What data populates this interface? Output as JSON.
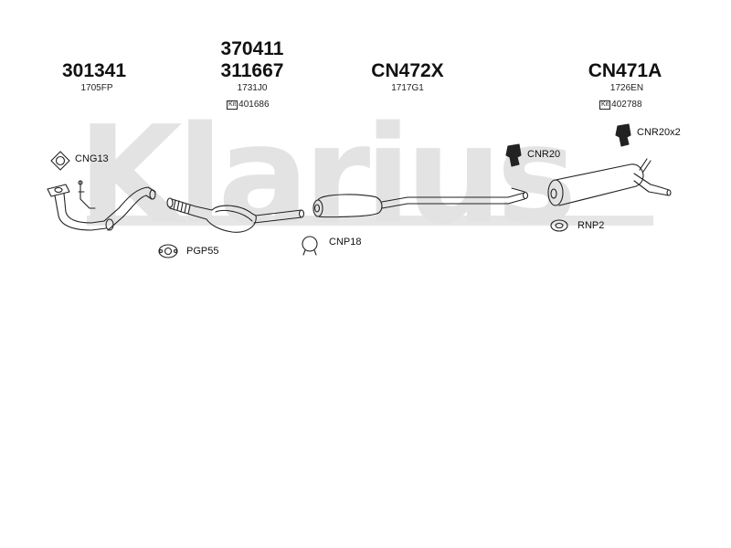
{
  "watermark": "Klarius",
  "groups": [
    {
      "part_numbers": [
        "301341"
      ],
      "code": "1705FP"
    },
    {
      "part_numbers": [
        "370411",
        "311667"
      ],
      "code": "1731J0",
      "kit_label": "Kit",
      "kit_number": "401686"
    },
    {
      "part_numbers": [
        "CN472X"
      ],
      "code": "1717G1"
    },
    {
      "part_numbers": [
        "CN471A"
      ],
      "code": "1726EN",
      "kit_label": "Kit",
      "kit_number": "402788"
    }
  ],
  "accessories": {
    "cng13": "CNG13",
    "pgp55": "PGP55",
    "cnp18": "CNP18",
    "cnr20": "CNR20",
    "cnr20x2": "CNR20x2",
    "rnp2": "RNP2"
  }
}
